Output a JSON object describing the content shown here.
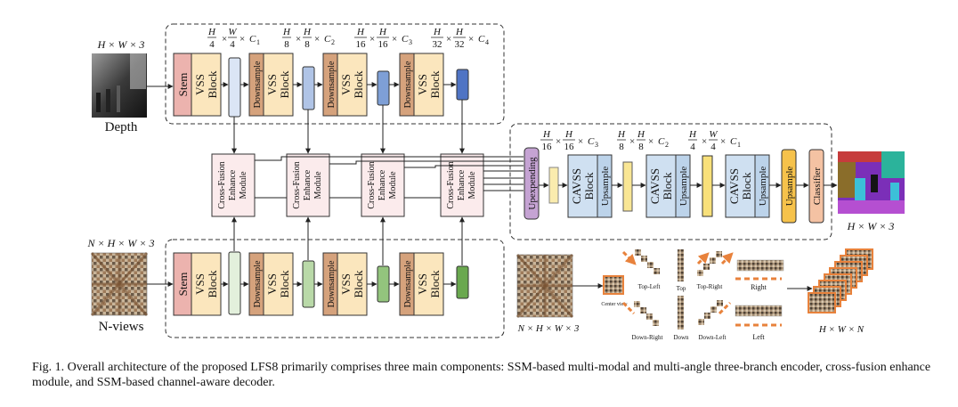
{
  "colors": {
    "stem": "#ecb3ae",
    "vss": "#fbe6bd",
    "downsample": "#d5a27c",
    "feat1": "#dbe5f5",
    "feat2": "#b0c4e6",
    "feat3": "#7e9fd6",
    "feat4": "#4f74c4",
    "gfeat1": "#e3f0dc",
    "gfeat2": "#b9d9a8",
    "gfeat3": "#93c47d",
    "gfeat4": "#6aa84f",
    "cfem": "#fbebec",
    "upexp": "#c5a3d3",
    "cavss": "#cfe0f1",
    "upsample_dec": "#bcd3ea",
    "yfeat": "#f8e07a",
    "upsample_final": "#f6c24b",
    "classifier": "#f4c2a3",
    "arrow_orange": "#e8823c"
  },
  "top_branch": {
    "input_dim": "H × W × 3",
    "input_label": "Depth",
    "stem": "Stem",
    "vss_lines": [
      "VSS",
      "Block"
    ],
    "downsample": "Downsample",
    "dims": [
      {
        "a_num": "H",
        "a_den": "4",
        "b_num": "W",
        "b_den": "4",
        "c": "C",
        "sub": "1"
      },
      {
        "a_num": "H",
        "a_den": "8",
        "b_num": "H",
        "b_den": "8",
        "c": "C",
        "sub": "2"
      },
      {
        "a_num": "H",
        "a_den": "16",
        "b_num": "H",
        "b_den": "16",
        "c": "C",
        "sub": "3"
      },
      {
        "a_num": "H",
        "a_den": "32",
        "b_num": "H",
        "b_den": "32",
        "c": "C",
        "sub": "4"
      }
    ]
  },
  "bottom_branch": {
    "input_dim": "N × H × W × 3",
    "input_label": "N-views"
  },
  "cfem_lines": [
    "Cross-Fusion",
    "Enhance",
    "Module"
  ],
  "decoder": {
    "upexpending": "Upexpending",
    "cavss_lines": [
      "CAVSS",
      "Block"
    ],
    "upsample": "Upsample",
    "classifier": "Classifier",
    "output_dim": "H × W × 3",
    "dims": [
      {
        "a_num": "H",
        "a_den": "16",
        "b_num": "H",
        "b_den": "16",
        "c": "C",
        "sub": "3"
      },
      {
        "a_num": "H",
        "a_den": "8",
        "b_num": "H",
        "b_den": "8",
        "c": "C",
        "sub": "2"
      },
      {
        "a_num": "H",
        "a_den": "4",
        "b_num": "W",
        "b_den": "4",
        "c": "C",
        "sub": "1"
      }
    ]
  },
  "views_panel": {
    "input_dim": "N × H × W × 3",
    "center_view": "Center view",
    "directions": [
      "Top-Left",
      "Top",
      "Top-Right",
      "Right",
      "Down-Right",
      "Down",
      "Down-Left",
      "Left"
    ],
    "output_dim": "H × W × N"
  },
  "caption": "Fig. 1.  Overall architecture of the proposed LFS8 primarily comprises three main components: SSM-based multi-modal and multi-angle three-branch encoder, cross-fusion enhance module, and SSM-based channel-aware decoder."
}
